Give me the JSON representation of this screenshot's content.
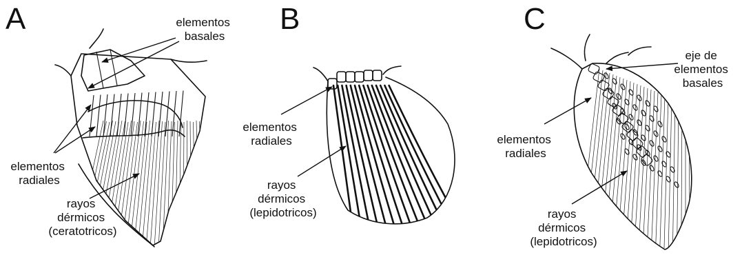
{
  "panels": [
    {
      "letter": "A",
      "labels": {
        "basales": [
          "elementos",
          "basales"
        ],
        "radiales": [
          "elementos",
          "radiales"
        ],
        "rayos": [
          "rayos",
          "dérmicos",
          "(ceratotricos)"
        ]
      }
    },
    {
      "letter": "B",
      "labels": {
        "radiales": [
          "elementos",
          "radiales"
        ],
        "rayos": [
          "rayos",
          "dérmicos",
          "(lepidotricos)"
        ]
      }
    },
    {
      "letter": "C",
      "labels": {
        "eje": [
          "eje de",
          "elementos",
          "basales"
        ],
        "radiales": [
          "elementos",
          "radiales"
        ],
        "rayos": [
          "rayos",
          "dérmicos",
          "(lepidotricos)"
        ]
      }
    }
  ]
}
